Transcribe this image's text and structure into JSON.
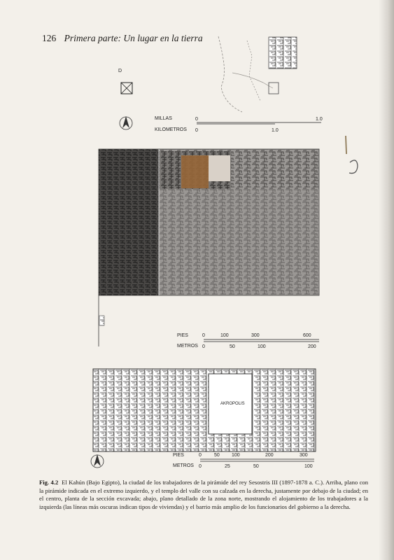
{
  "header": {
    "page_number": "126",
    "title": "Primera parte: Un lugar en la tierra"
  },
  "top_plan": {
    "pyramid_label": "D",
    "scale": {
      "row1_label": "MILLAS",
      "row1_ticks": [
        "0",
        "1.0"
      ],
      "row2_label": "KILOMETROS",
      "row2_ticks": [
        "0",
        "1.0"
      ]
    }
  },
  "middle_plan": {
    "scale": {
      "row1_label": "PIES",
      "row1_ticks": [
        "0",
        "100",
        "300",
        "600"
      ],
      "row2_label": "METROS",
      "row2_ticks": [
        "0",
        "50",
        "100",
        "200"
      ]
    }
  },
  "bottom_plan": {
    "area_label": "AKROPOLIS",
    "scale": {
      "row1_label": "PIES",
      "row1_ticks": [
        "0",
        "50",
        "100",
        "200",
        "300"
      ],
      "row2_label": "METROS",
      "row2_ticks": [
        "0",
        "25",
        "50",
        "100"
      ]
    }
  },
  "caption": {
    "label": "Fig. 4.2",
    "text": "El Kahún (Bajo Egipto), la ciudad de los trabajadores de la pirámide del rey Sesostris III (1897-1878 a. C.). Arriba, plano con la pirámide indicada en el extremo izquierdo, y el templo del valle con su calzada en la derecha, justamente por debajo de la ciudad; en el centro, planta de la sección excavada; abajo, plano detallado de la zona norte, mostrando el alojamiento de los trabajadores a la izquierda (las líneas más oscuras indican tipos de viviendas) y el barrio más amplio de los funcionarios del gobierno a la derecha."
  }
}
